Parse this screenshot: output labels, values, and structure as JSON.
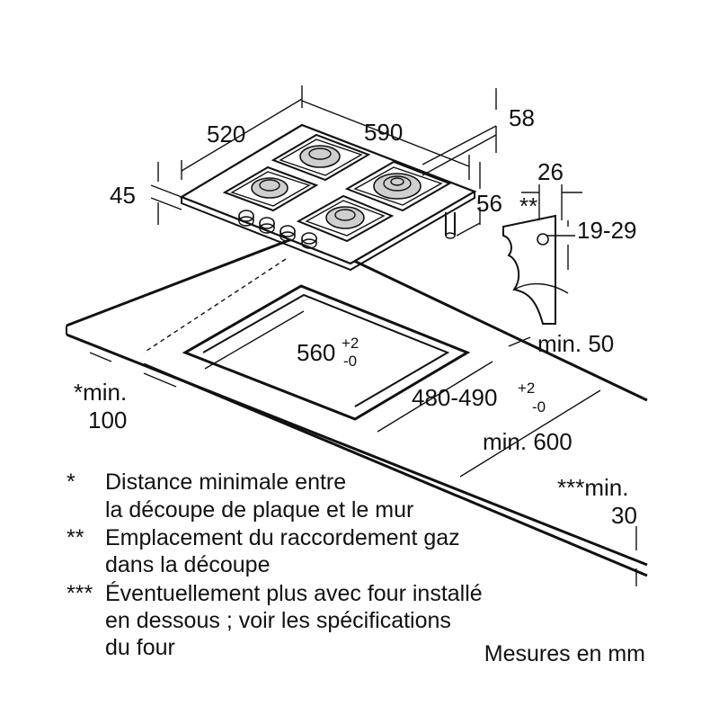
{
  "diagram": {
    "dimensions": {
      "hob_depth": "520",
      "hob_width": "590",
      "hob_height": "45",
      "knob_offset": "58",
      "rear_clearance": "56",
      "connection_width": "26",
      "connection_marker": "**",
      "connection_height": "19-29",
      "wall_min": "min. 50",
      "cutout_width": "560",
      "cutout_width_tol_plus": "+2",
      "cutout_width_tol_minus": "-0",
      "cutout_depth": "480-490",
      "cutout_depth_tol_plus": "+2",
      "cutout_depth_tol_minus": "-0",
      "worktop_min": "min. 600",
      "side_min_label": "*min.",
      "side_min_value": "100",
      "under_min_label": "***min.",
      "under_min_value": "30"
    },
    "notes": [
      {
        "marker": "*",
        "lines": [
          "Distance minimale entre",
          "la découpe de plaque et le mur"
        ]
      },
      {
        "marker": "**",
        "lines": [
          "Emplacement du raccordement gaz",
          "dans la découpe"
        ]
      },
      {
        "marker": "***",
        "lines": [
          "Éventuellement plus avec four installé",
          "en dessous ; voir les spécifications",
          "du four"
        ]
      }
    ],
    "units": "Mesures en mm"
  }
}
